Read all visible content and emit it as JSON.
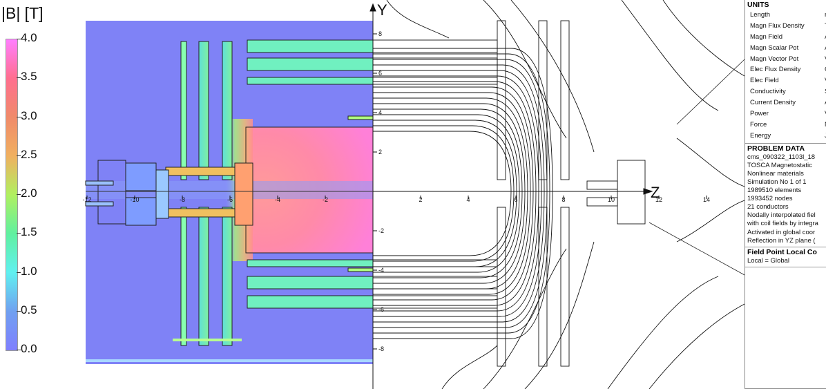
{
  "legend": {
    "title": "|B| [T]",
    "ticks": [
      "4.0",
      "3.5",
      "3.0",
      "2.5",
      "2.0",
      "1.5",
      "1.0",
      "0.5",
      "0.0"
    ],
    "colors": [
      "#ff7fff",
      "#ff6f8f",
      "#f08a6a",
      "#f0b060",
      "#b0f060",
      "#60f0a0",
      "#60f0f0",
      "#70a0f0",
      "#7f7fff"
    ]
  },
  "axes": {
    "y_label": "Y",
    "z_label": "Z",
    "z_ticks_left": [
      "-12",
      "-10",
      "-8",
      "-6",
      "-4",
      "-2"
    ],
    "z_ticks_right": [
      "2",
      "4",
      "6",
      "8",
      "10",
      "12",
      "14"
    ],
    "y_ticks": [
      "8",
      "6",
      "4",
      "2",
      "-2",
      "-4",
      "-6",
      "-8"
    ]
  },
  "info_panel": {
    "units_title": "UNITS",
    "units": [
      {
        "name": "Length",
        "value": "m"
      },
      {
        "name": "Magn Flux Density",
        "value": "T"
      },
      {
        "name": "Magn Field",
        "value": "A"
      },
      {
        "name": "Magn Scalar Pot",
        "value": "A"
      },
      {
        "name": "Magn Vector Pot",
        "value": "V"
      },
      {
        "name": "Elec Flux Density",
        "value": "C"
      },
      {
        "name": "Elec Field",
        "value": "V"
      },
      {
        "name": "Conductivity",
        "value": "S"
      },
      {
        "name": "Current Density",
        "value": "A"
      },
      {
        "name": "Power",
        "value": "V"
      },
      {
        "name": "Force",
        "value": "N"
      },
      {
        "name": "Energy",
        "value": "J"
      }
    ],
    "problem_title": "PROBLEM DATA",
    "problem_lines": [
      "cms_090322_1103l_18",
      "TOSCA Magnetostatic",
      "Nonlinear materials",
      "Simulation No 1 of 1",
      "1989510 elements",
      "1993452 nodes",
      "21 conductors",
      "Nodally interpolated fiel",
      "with coil fields by integra",
      "Activated in global coor",
      "Reflection in YZ plane ("
    ],
    "field_title": "Field Point Local Co",
    "field_lines": [
      "Local = Global"
    ]
  }
}
